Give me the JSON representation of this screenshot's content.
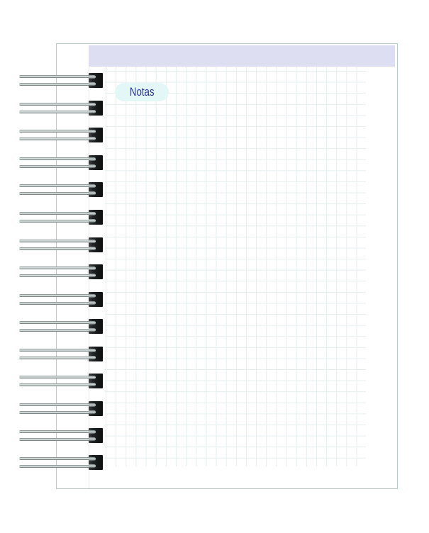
{
  "notebook": {
    "section_label": "Notas",
    "coil_count": 15,
    "coil_positions_y": [
      103,
      142,
      180,
      219,
      257,
      296,
      335,
      373,
      412,
      450,
      489,
      527,
      566,
      604,
      642
    ],
    "colors": {
      "header_band": "#dddef1",
      "page_border": "#b9cbc8",
      "grid_line": "#e6eeee",
      "pill_fill": "#e3f7f7",
      "pill_text": "#2b3597",
      "margin_line": "#f6e4ea"
    }
  }
}
